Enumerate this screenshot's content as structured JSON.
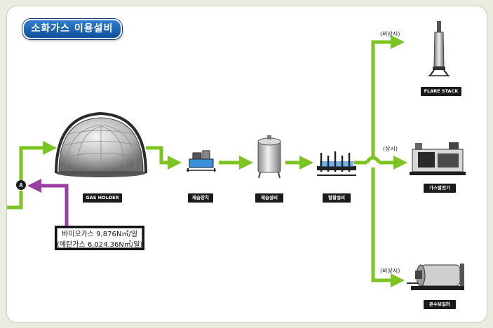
{
  "title": "소화가스 이용설비",
  "valve_symbol": "A",
  "inflow": {
    "line1": "바이오가스 9,876N㎥/일",
    "line2": "(메탄가스 6,024.36N㎥/일)"
  },
  "equipment": {
    "gas_holder": "GAS HOLDER",
    "dehumidifier": "제습장치",
    "desulfurizer": "제습설비",
    "desulfurization": "탈황설비",
    "flare_stack": "FLARE STACK",
    "generator": "가스발전기",
    "boiler": "온수보일러"
  },
  "branch_notes": {
    "flare": "(비상시)",
    "generator": "(상시)",
    "boiler": "(비상시)"
  },
  "colors": {
    "gas_flow": "#7cc41f",
    "inflow": "#9a3fa0",
    "title_bg": "#1a62b5"
  }
}
